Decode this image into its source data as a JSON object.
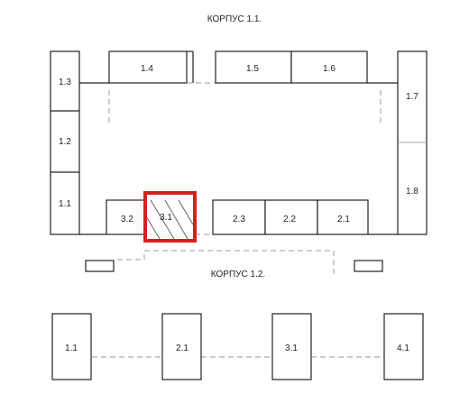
{
  "building_1_1": {
    "title": "КОРПУС 1.1.",
    "units": {
      "u1_3": "1.3",
      "u1_4": "1.4",
      "u1_5": "1.5",
      "u1_6": "1.6",
      "u1_7": "1.7",
      "u1_2": "1.2",
      "u1_1": "1.1",
      "u1_8": "1.8",
      "u3_2": "3.2",
      "u3_1": "3.1",
      "u2_3": "2.3",
      "u2_2": "2.2",
      "u2_1": "2.1"
    },
    "highlight_color": "#d42020"
  },
  "building_1_2": {
    "title": "КОРПУС 1.2.",
    "units": {
      "u1_1": "1.1",
      "u2_1": "2.1",
      "u3_1": "3.1",
      "u4_1": "4.1"
    }
  }
}
